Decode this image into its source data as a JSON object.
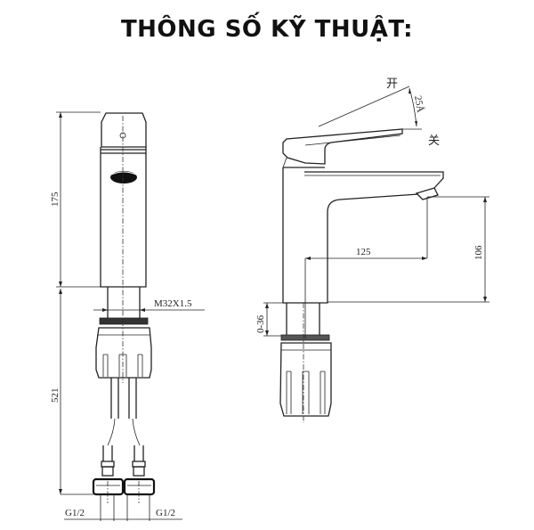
{
  "title": "THÔNG SỐ KỸ THUẬT:",
  "front_view": {
    "height_body": "175",
    "height_total": "521",
    "thread": "M32X1.5",
    "inlet_left": "G1/2",
    "inlet_right": "G1/2"
  },
  "side_view": {
    "label_open": "开",
    "label_close": "关",
    "handle_angle": "25Å",
    "spout_reach": "125",
    "spout_height": "106",
    "deck_thickness": "0-36"
  },
  "colors": {
    "line": "#222222",
    "background": "#ffffff",
    "title": "#111111"
  }
}
